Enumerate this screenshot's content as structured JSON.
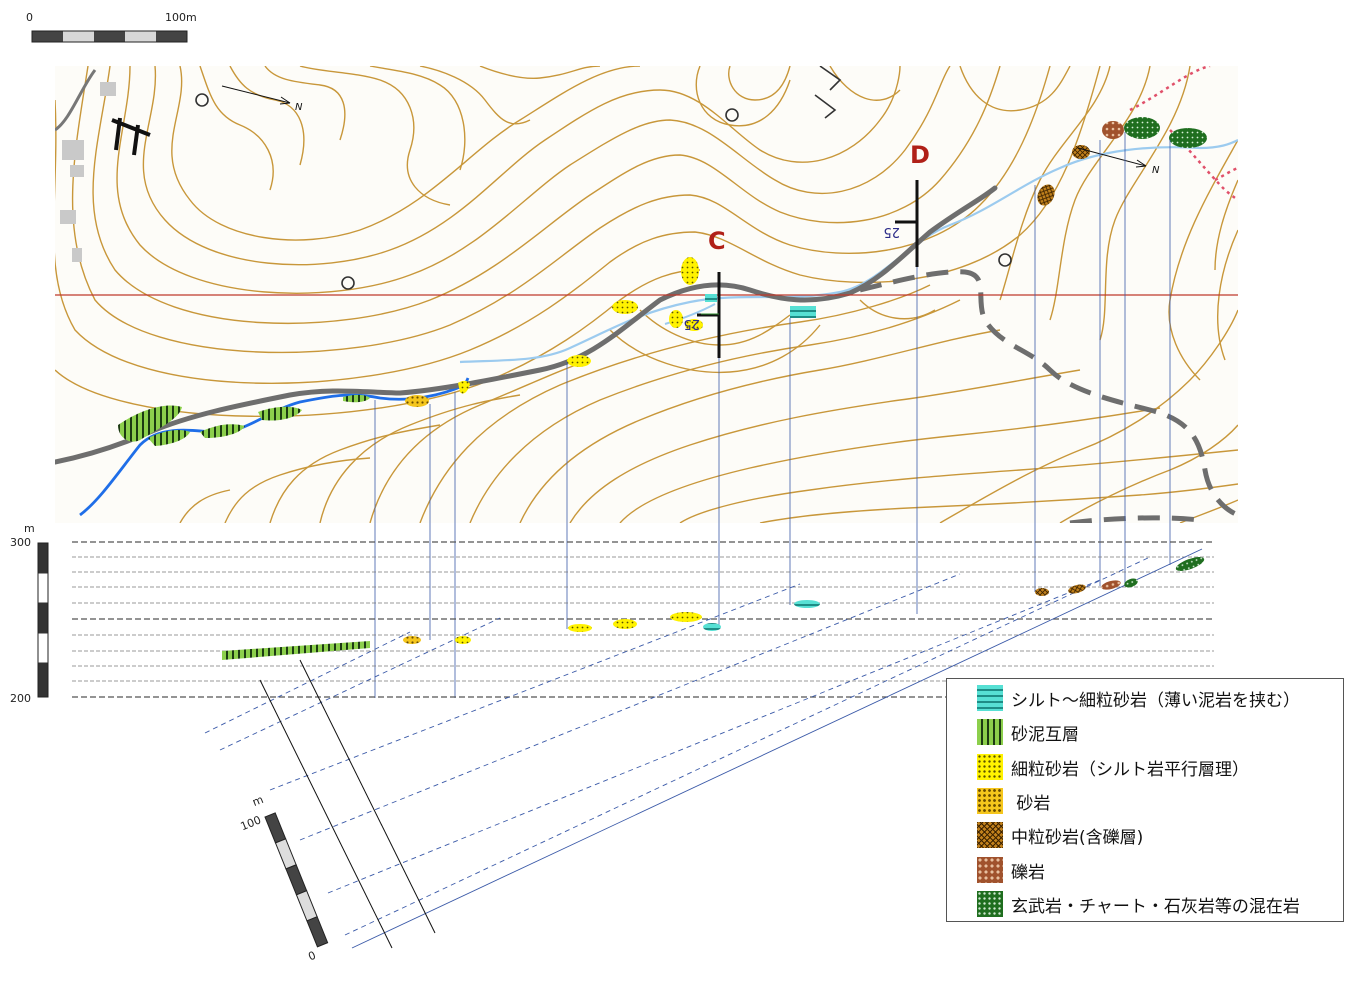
{
  "map": {
    "scale_zero": "0",
    "scale_end": "100m",
    "north_label": "N",
    "north_label_2": "N",
    "point_c": "C",
    "point_d": "D",
    "dip_c": "25",
    "dip_d": "25"
  },
  "section": {
    "unit": "m",
    "y_top": "300",
    "y_bottom": "200"
  },
  "section_scale": {
    "unit": "m",
    "top": "100",
    "bottom": "0"
  },
  "legend": {
    "items": [
      {
        "label": "シルト～細粒砂岩（薄い泥岩を挟む）"
      },
      {
        "label": "砂泥互層"
      },
      {
        "label": "細粒砂岩（シルト岩平行層理）"
      },
      {
        "label": " 砂岩"
      },
      {
        "label": "中粒砂岩(含礫層)"
      },
      {
        "label": "礫岩"
      },
      {
        "label": "玄武岩・チャート・石灰岩等の混在岩"
      }
    ]
  },
  "colors": {
    "contour": "#c8973a",
    "road": "#6e6e6e",
    "stream": "#9ccbef",
    "stream_main": "#1f6ee8",
    "baseline": "#c0392b",
    "label_red": "#b02018",
    "projection": "#3b5aa8"
  }
}
